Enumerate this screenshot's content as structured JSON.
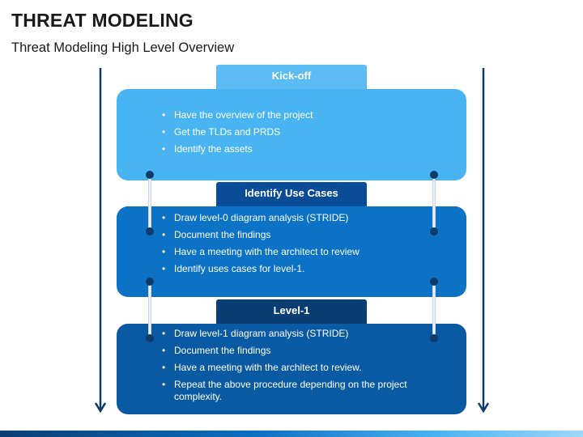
{
  "header": {
    "title": "THREAT MODELING",
    "subtitle": "Threat Modeling High Level Overview"
  },
  "stages": [
    {
      "label": "Kick-off",
      "items": [
        "Have the overview of the project",
        "Get the TLDs and PRDS",
        "Identify the assets"
      ]
    },
    {
      "label": "Identify Use Cases",
      "items": [
        "Draw level-0 diagram analysis (STRIDE)",
        "Document the findings",
        "Have a meeting with the architect to review",
        "Identify uses cases for level-1."
      ]
    },
    {
      "label": "Level-1",
      "items": [
        "Draw level-1 diagram analysis (STRIDE)",
        "Document the findings",
        "Have a meeting with the architect to review.",
        "Repeat the above procedure depending on the project complexity."
      ]
    }
  ],
  "colors": {
    "arrow": "#0e3b68",
    "panel_1": "#49b4f2",
    "panel_2": "#0b72c6",
    "panel_3": "#095aa3"
  }
}
